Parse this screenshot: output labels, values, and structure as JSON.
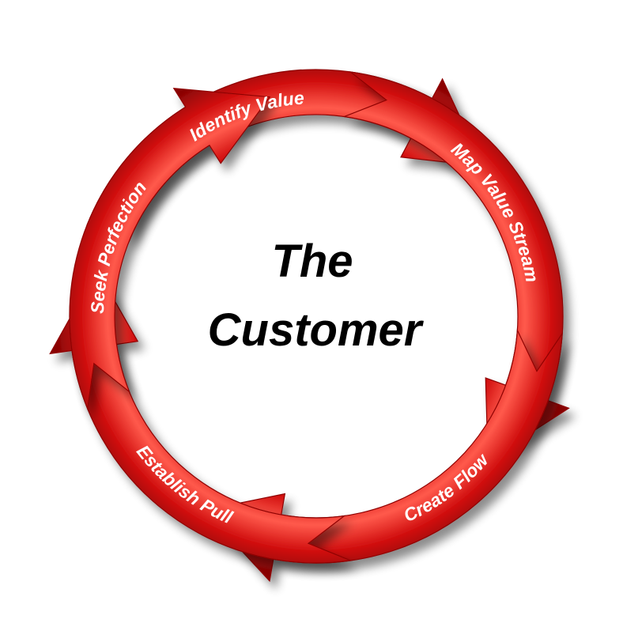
{
  "diagram": {
    "center": {
      "line1": "The",
      "line2": "Customer"
    },
    "steps": [
      {
        "label": "Identify Value"
      },
      {
        "label": "Map Value Stream"
      },
      {
        "label": "Create Flow"
      },
      {
        "label": "Establish Pull"
      },
      {
        "label": "Seek Perfection"
      }
    ],
    "colors": {
      "arrow_fill": "#d10f0f",
      "arrow_highlight": "#ff6a5c",
      "arrow_dark": "#8f0606",
      "label_text": "#ffffff",
      "center_text": "#000000"
    }
  }
}
